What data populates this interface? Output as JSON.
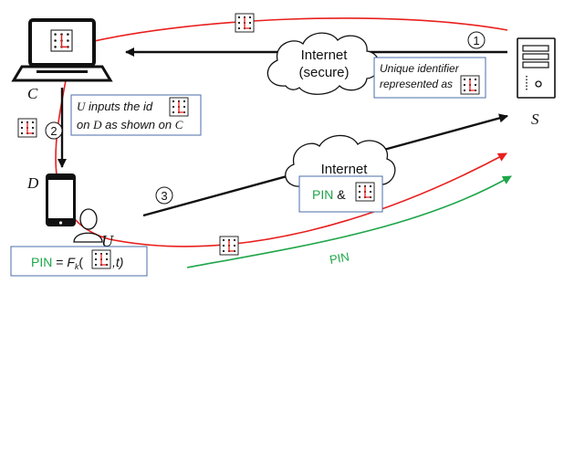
{
  "colors": {
    "red": "#e8201e",
    "green": "#1fa64a",
    "box_border": "#4a6ea8",
    "black": "#111111"
  },
  "icons": {
    "laptop": "laptop-icon",
    "server": "server-icon",
    "phone": "smartphone-icon",
    "user": "user-icon",
    "cloud": "cloud-icon",
    "grid": "dot-grid-identifier-icon"
  },
  "labels": {
    "client": "C",
    "server": "S",
    "device": "D",
    "user": "U",
    "step1": "1",
    "step2": "2",
    "step3": "3"
  },
  "cloud_top": {
    "line1": "Internet",
    "line2": "(secure)"
  },
  "cloud_bottom": {
    "line1": "Internet"
  },
  "box_unique": {
    "line1": "Unique identifier",
    "line2": "represented as"
  },
  "box_inputs": {
    "line1_user": "U",
    "line1_text": " inputs the id",
    "line2_pre": "on ",
    "line2_device": "D",
    "line2_mid": " as shown on ",
    "line2_client": "C"
  },
  "box_pin_amp": {
    "pin": "PIN",
    "amp": " &"
  },
  "box_formula": {
    "pin": "PIN",
    "eq": " = ",
    "f": "F",
    "sub": "k",
    "open": "(",
    "close": ",t)"
  },
  "green_label": "PIN"
}
